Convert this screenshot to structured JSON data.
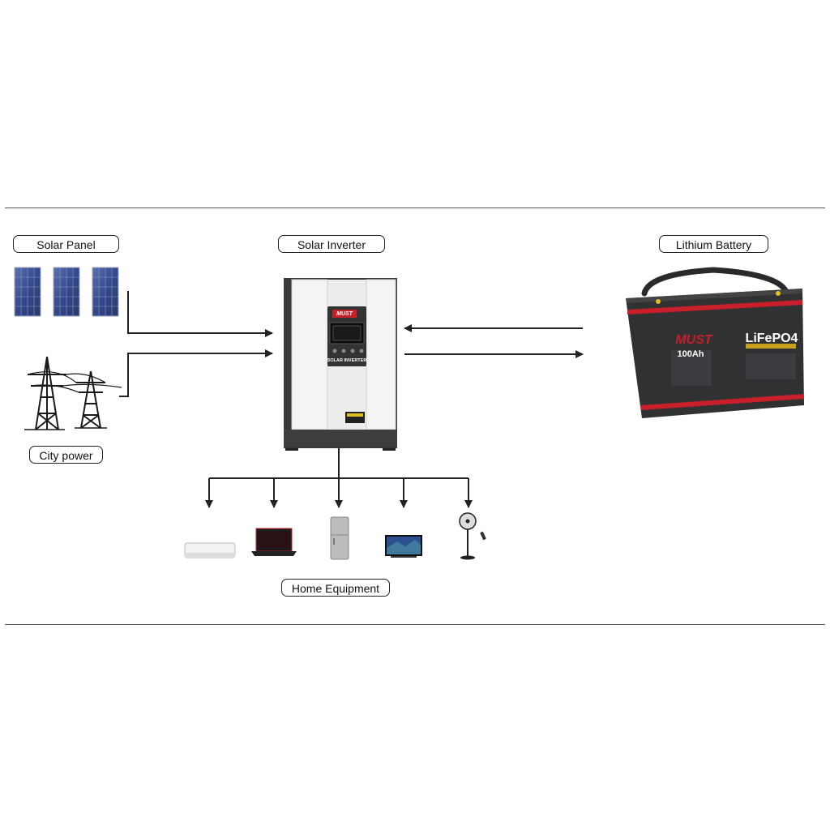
{
  "labels": {
    "solar_panel": "Solar Panel",
    "solar_inverter": "Solar Inverter",
    "lithium_battery": "Lithium Battery",
    "city_power": "City power",
    "home_equipment": "Home Equipment"
  },
  "inverter": {
    "brand": "MUST",
    "model_text": "SOLAR INVERTER"
  },
  "battery": {
    "brand": "MUST",
    "capacity": "100Ah",
    "chemistry": "LiFePO4"
  },
  "colors": {
    "line": "#222222",
    "battery_body": "#2f3133",
    "battery_stripe": "#c8202a",
    "panel_blue": "#3a4f8f",
    "inverter_body": "#e9e9e9",
    "inverter_dark": "#3a3a3a"
  }
}
